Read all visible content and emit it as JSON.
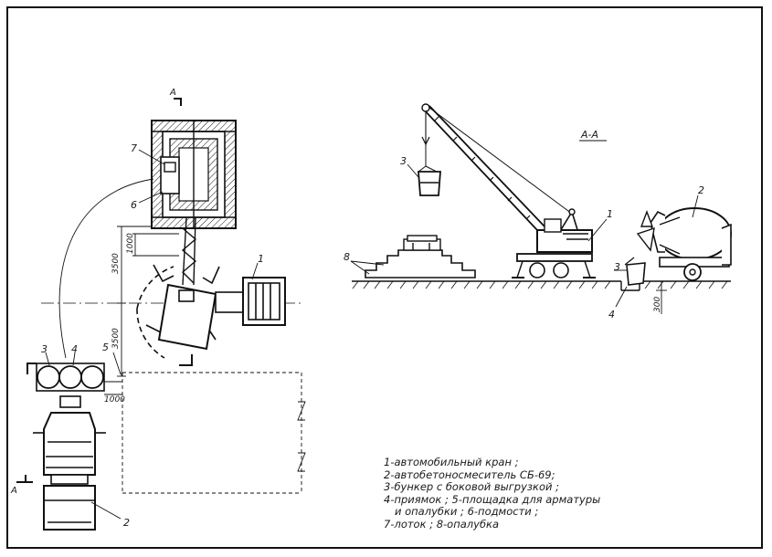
{
  "section": {
    "mark_top": "А",
    "mark_bottom": "А",
    "title": "А-А"
  },
  "dimensions": {
    "d3500_top": "3500",
    "d1000_top": "1000",
    "d3500_bottom": "3500",
    "d1000_bottom": "1000",
    "d300": "300"
  },
  "plan_labels": {
    "n1": "1",
    "n2": "2",
    "n3": "3",
    "n4": "4",
    "n5": "5",
    "n6": "6",
    "n7": "7"
  },
  "elevation_labels": {
    "n1": "1",
    "n2": "2",
    "n3_hook": "3",
    "n3_pit": "3",
    "n4": "4",
    "n8": "8"
  },
  "legend": {
    "line1": "1-автомобильный кран ;",
    "line2": "2-автобетоносмеситель СБ-69;",
    "line3": "3-бункер с боковой выгрузкой ;",
    "line4": "4-приямок ; 5-площадка для арматуры",
    "line5": "и опалубки ; 6-подмости ;",
    "line6": "7-лоток ; 8-опалубка"
  }
}
